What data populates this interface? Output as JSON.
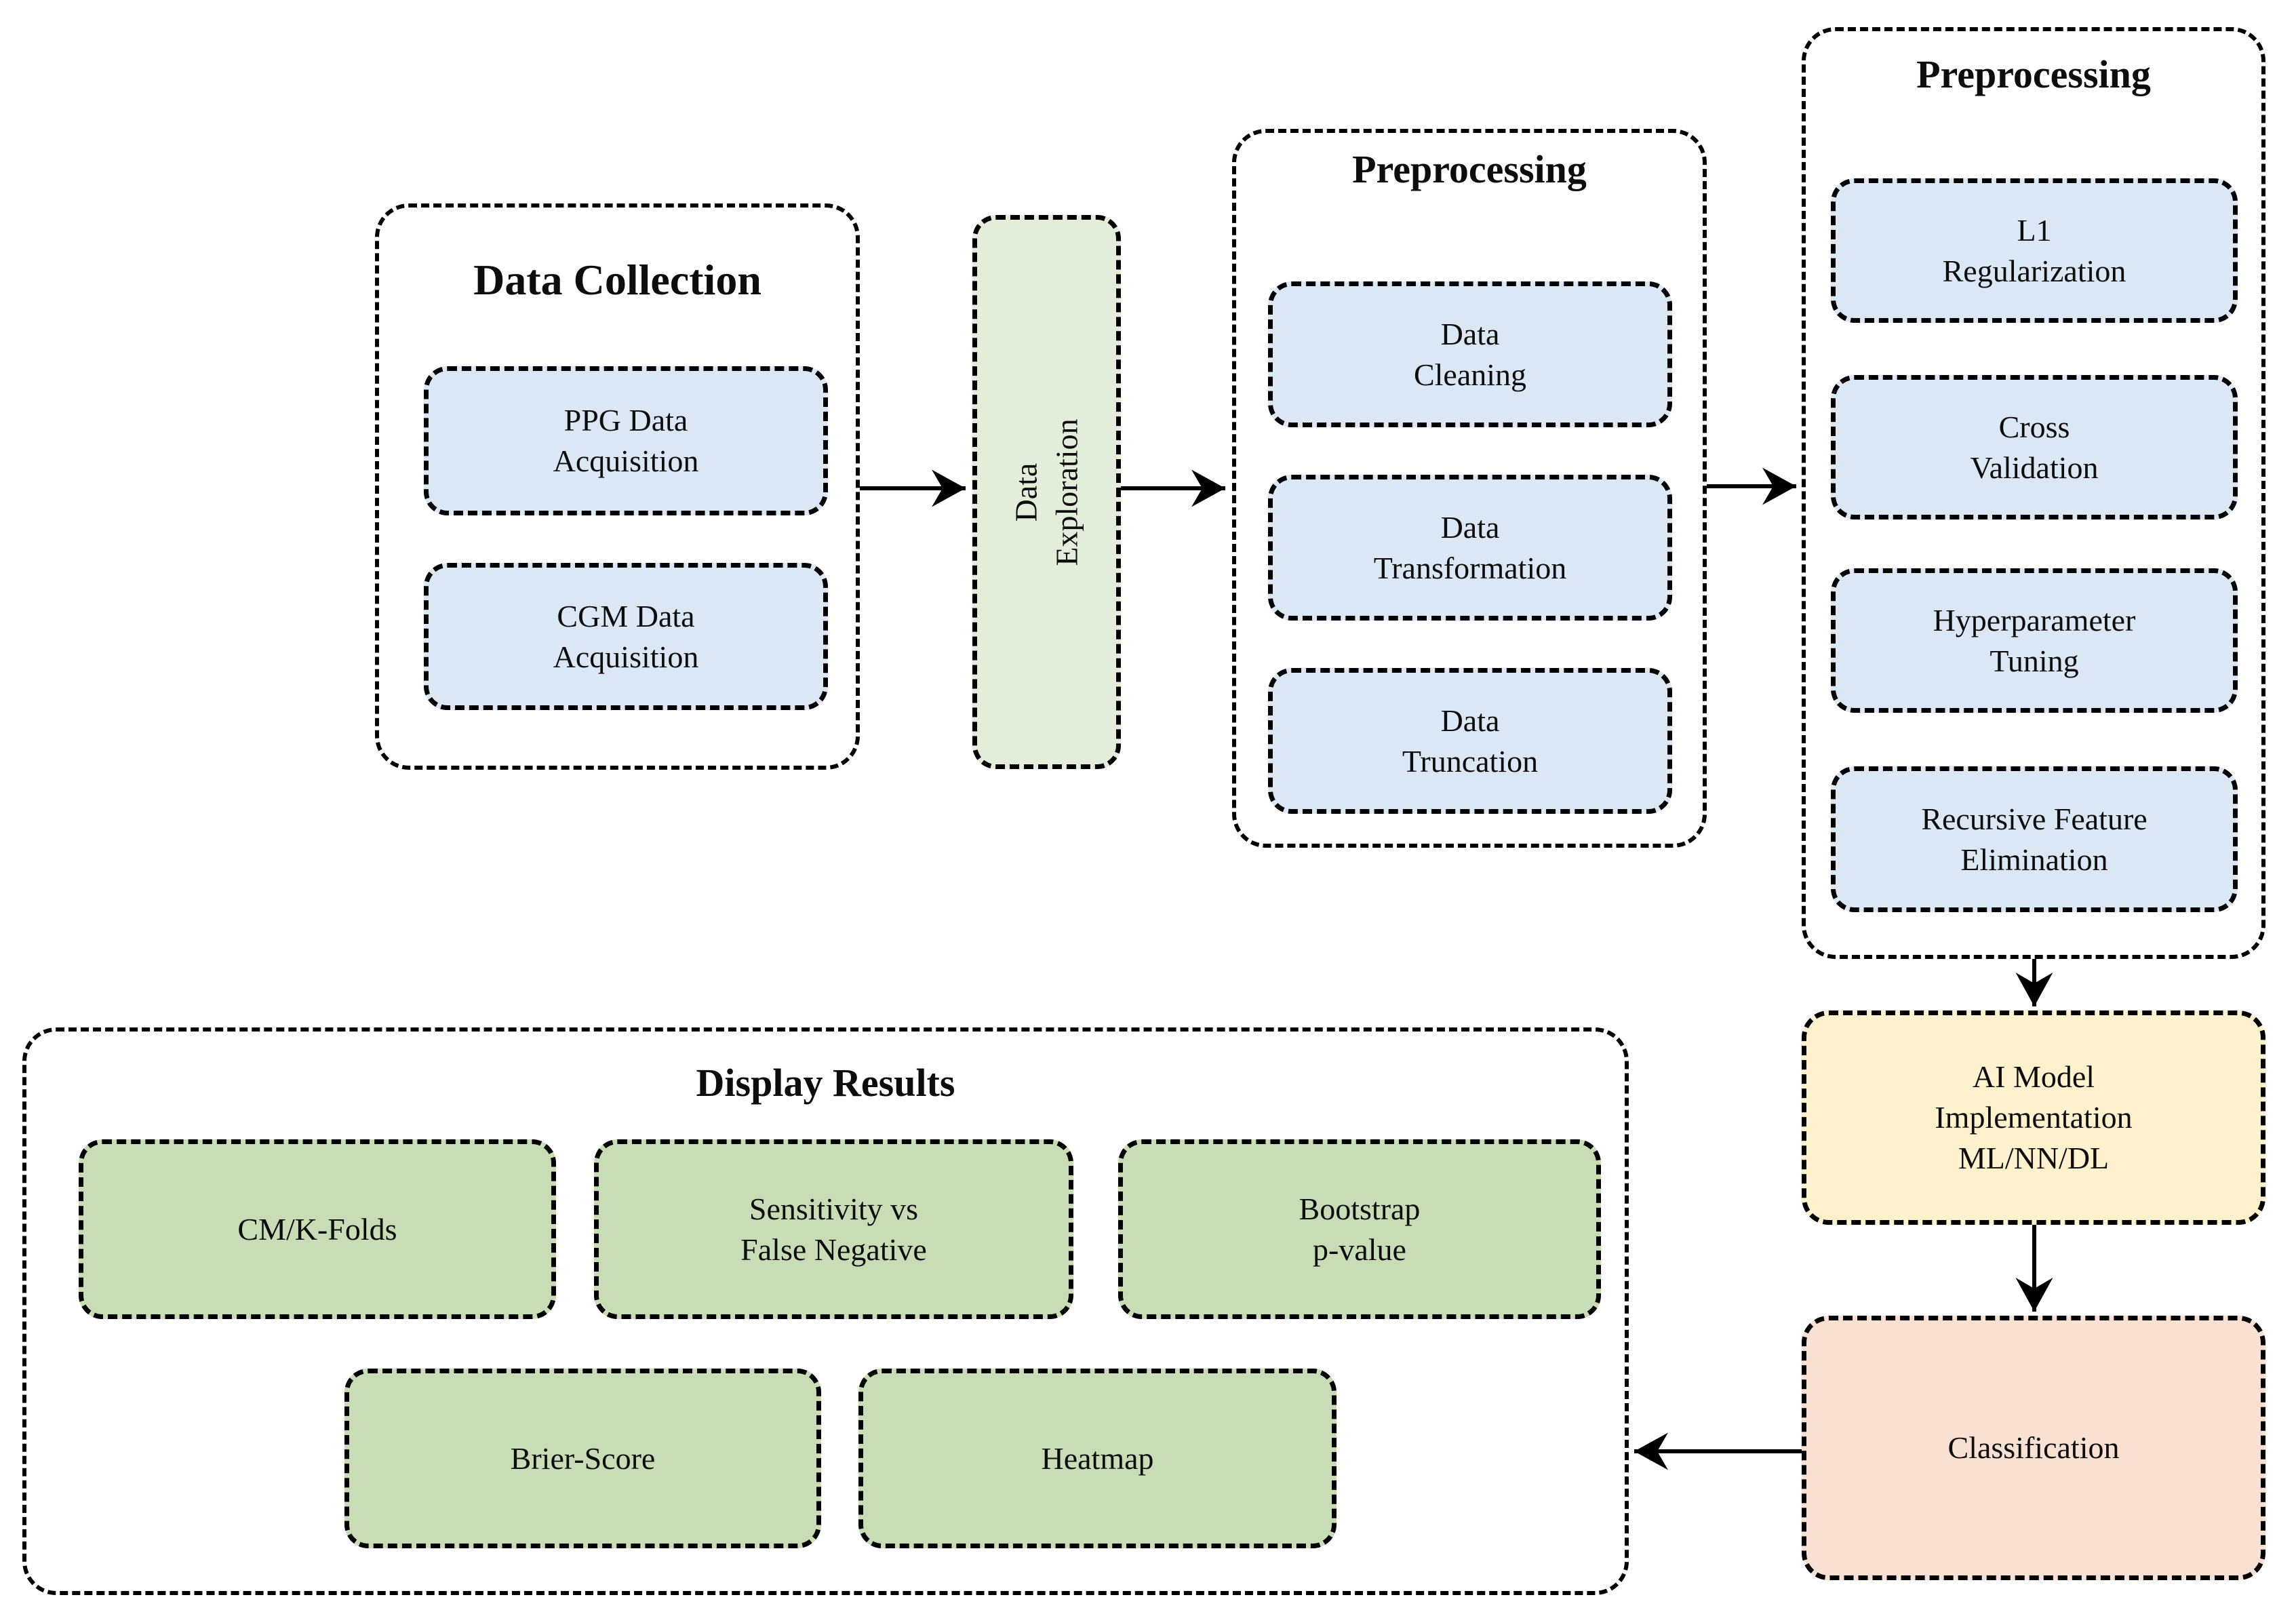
{
  "colors": {
    "box_blue": "#dbe7f4",
    "box_green_light": "#e3eeda",
    "box_green": "#c8ddb5",
    "box_yellow": "#fdf2cd",
    "box_salmon": "#f8e1d2",
    "border": "#000000",
    "arrow": "#000000",
    "text": "#0d0d0d"
  },
  "data_collection": {
    "title": "Data Collection",
    "items": [
      {
        "label": "PPG Data\nAcquisition"
      },
      {
        "label": "CGM Data\nAcquisition"
      }
    ]
  },
  "data_exploration": {
    "label": "Data\nExploration"
  },
  "preprocessing_1": {
    "title": "Preprocessing",
    "items": [
      {
        "label": "Data\nCleaning"
      },
      {
        "label": "Data\nTransformation"
      },
      {
        "label": "Data\nTruncation"
      }
    ]
  },
  "preprocessing_2": {
    "title": "Preprocessing",
    "items": [
      {
        "label": "L1\nRegularization"
      },
      {
        "label": "Cross\nValidation"
      },
      {
        "label": "Hyperparameter\nTuning"
      },
      {
        "label": "Recursive Feature\nElimination"
      }
    ]
  },
  "ai_model": {
    "label": "AI Model\nImplementation\nML/NN/DL"
  },
  "classification": {
    "label": "Classification"
  },
  "display_results": {
    "title": "Display Results",
    "row1": [
      {
        "label": "CM/K-Folds"
      },
      {
        "label": "Sensitivity vs\nFalse Negative"
      },
      {
        "label": "Bootstrap\np-value"
      }
    ],
    "row2": [
      {
        "label": "Brier-Score"
      },
      {
        "label": "Heatmap"
      }
    ]
  }
}
